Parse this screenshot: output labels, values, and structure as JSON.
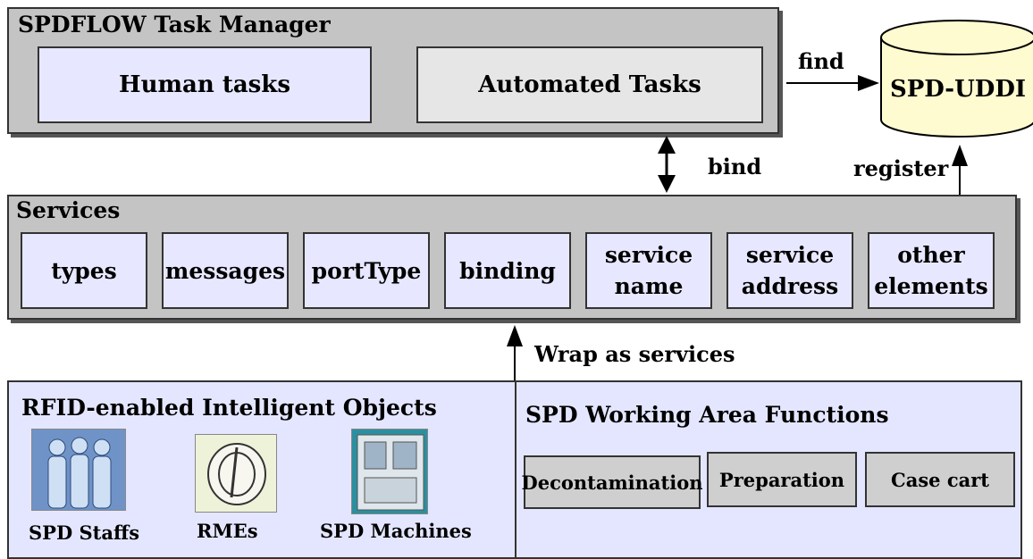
{
  "task_manager": {
    "title": "SPDFLOW Task Manager",
    "human_tasks": "Human tasks",
    "automated_tasks": "Automated Tasks"
  },
  "registry": {
    "label": "SPD-UDDI"
  },
  "arrows": {
    "find": "find",
    "bind": "bind",
    "register": "register",
    "wrap": "Wrap as services"
  },
  "services": {
    "title": "Services",
    "items": [
      {
        "line1": "types",
        "line2": ""
      },
      {
        "line1": "messages",
        "line2": ""
      },
      {
        "line1": "portType",
        "line2": ""
      },
      {
        "line1": "binding",
        "line2": ""
      },
      {
        "line1": "service",
        "line2": "name"
      },
      {
        "line1": "service",
        "line2": "address"
      },
      {
        "line1": "other",
        "line2": "elements"
      }
    ]
  },
  "objects": {
    "title": "RFID-enabled Intelligent Objects",
    "items": [
      {
        "label": "SPD Staffs",
        "icon": "staff-group-icon"
      },
      {
        "label": "RMEs",
        "icon": "medical-equipment-icon"
      },
      {
        "label": "SPD Machines",
        "icon": "machine-icon"
      }
    ]
  },
  "functions": {
    "title": "SPD Working Area Functions",
    "items": [
      "Decontamination",
      "Preparation",
      "Case cart"
    ]
  },
  "colors": {
    "panel_gray": "#c4c4c4",
    "panel_blue": "#e4e6ff",
    "cylinder": "#fffbd0"
  }
}
